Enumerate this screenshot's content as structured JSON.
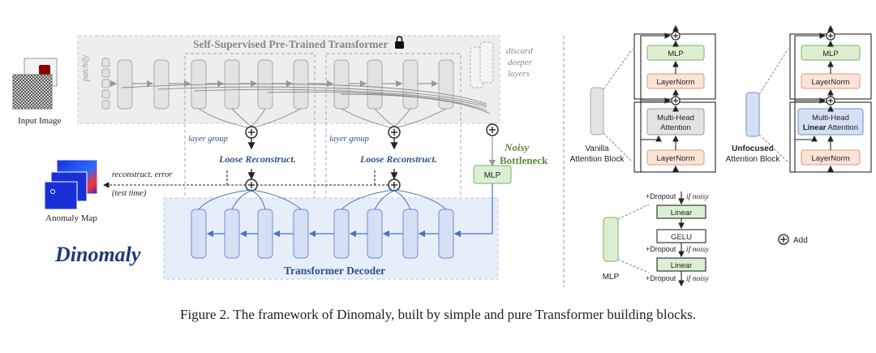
{
  "left": {
    "encoder_title": "Self-Supervised Pre-Trained Transformer",
    "lock_icon": "lock-icon",
    "patchify": "patchify",
    "input_label": "Input Image",
    "discard_label_1": "discard",
    "discard_label_2": "deeper",
    "discard_label_3": "layers",
    "layer_group_1": "layer group",
    "layer_group_2": "layer group",
    "loose_1": "Loose Reconstruct.",
    "loose_2": "Loose Reconstruct.",
    "noisy_1": "Noisy",
    "noisy_2": "Bottleneck",
    "mlp": "MLP",
    "error_1": "reconstruct. error",
    "error_2": "(test time)",
    "anomaly_label": "Anomaly Map",
    "logo": "Dinomaly",
    "decoder_title": "Transformer Decoder"
  },
  "right": {
    "vanilla_1": "Vanilla",
    "vanilla_2": "Attention Block",
    "unfocused_1": "Unfocused",
    "unfocused_2": "Attention Block",
    "mlp": "MLP",
    "layernorm": "LayerNorm",
    "mha_1": "Multi-Head",
    "mha_2": "Attention",
    "mla_1": "Multi-Head",
    "mla_2a": "Linear",
    "mla_2b": " Attention",
    "dropout_1": "+Dropout",
    "if_noisy_1": "if noisy",
    "linear_1": "Linear",
    "gelu": "GELU",
    "dropout_2": "+Dropout",
    "if_noisy_2": "if noisy",
    "linear_2": "Linear",
    "dropout_3": "+Dropout",
    "if_noisy_3": "if noisy",
    "mlp_label": "MLP",
    "add_label": "Add"
  },
  "caption": "Figure 2. The framework of Dinomaly, built by simple and pure Transformer building blocks.",
  "colors": {
    "encoder_bg": "#eeeeee",
    "block_grey": "#e3e3e3",
    "decoder_bg": "#e6eefa",
    "block_blue": "#d5e0f5",
    "mlp_green": "#dcefd2",
    "layernorm_peach": "#fbe3d6",
    "blue_text": "#2f4f8f",
    "green_text": "#5a8a3a"
  }
}
